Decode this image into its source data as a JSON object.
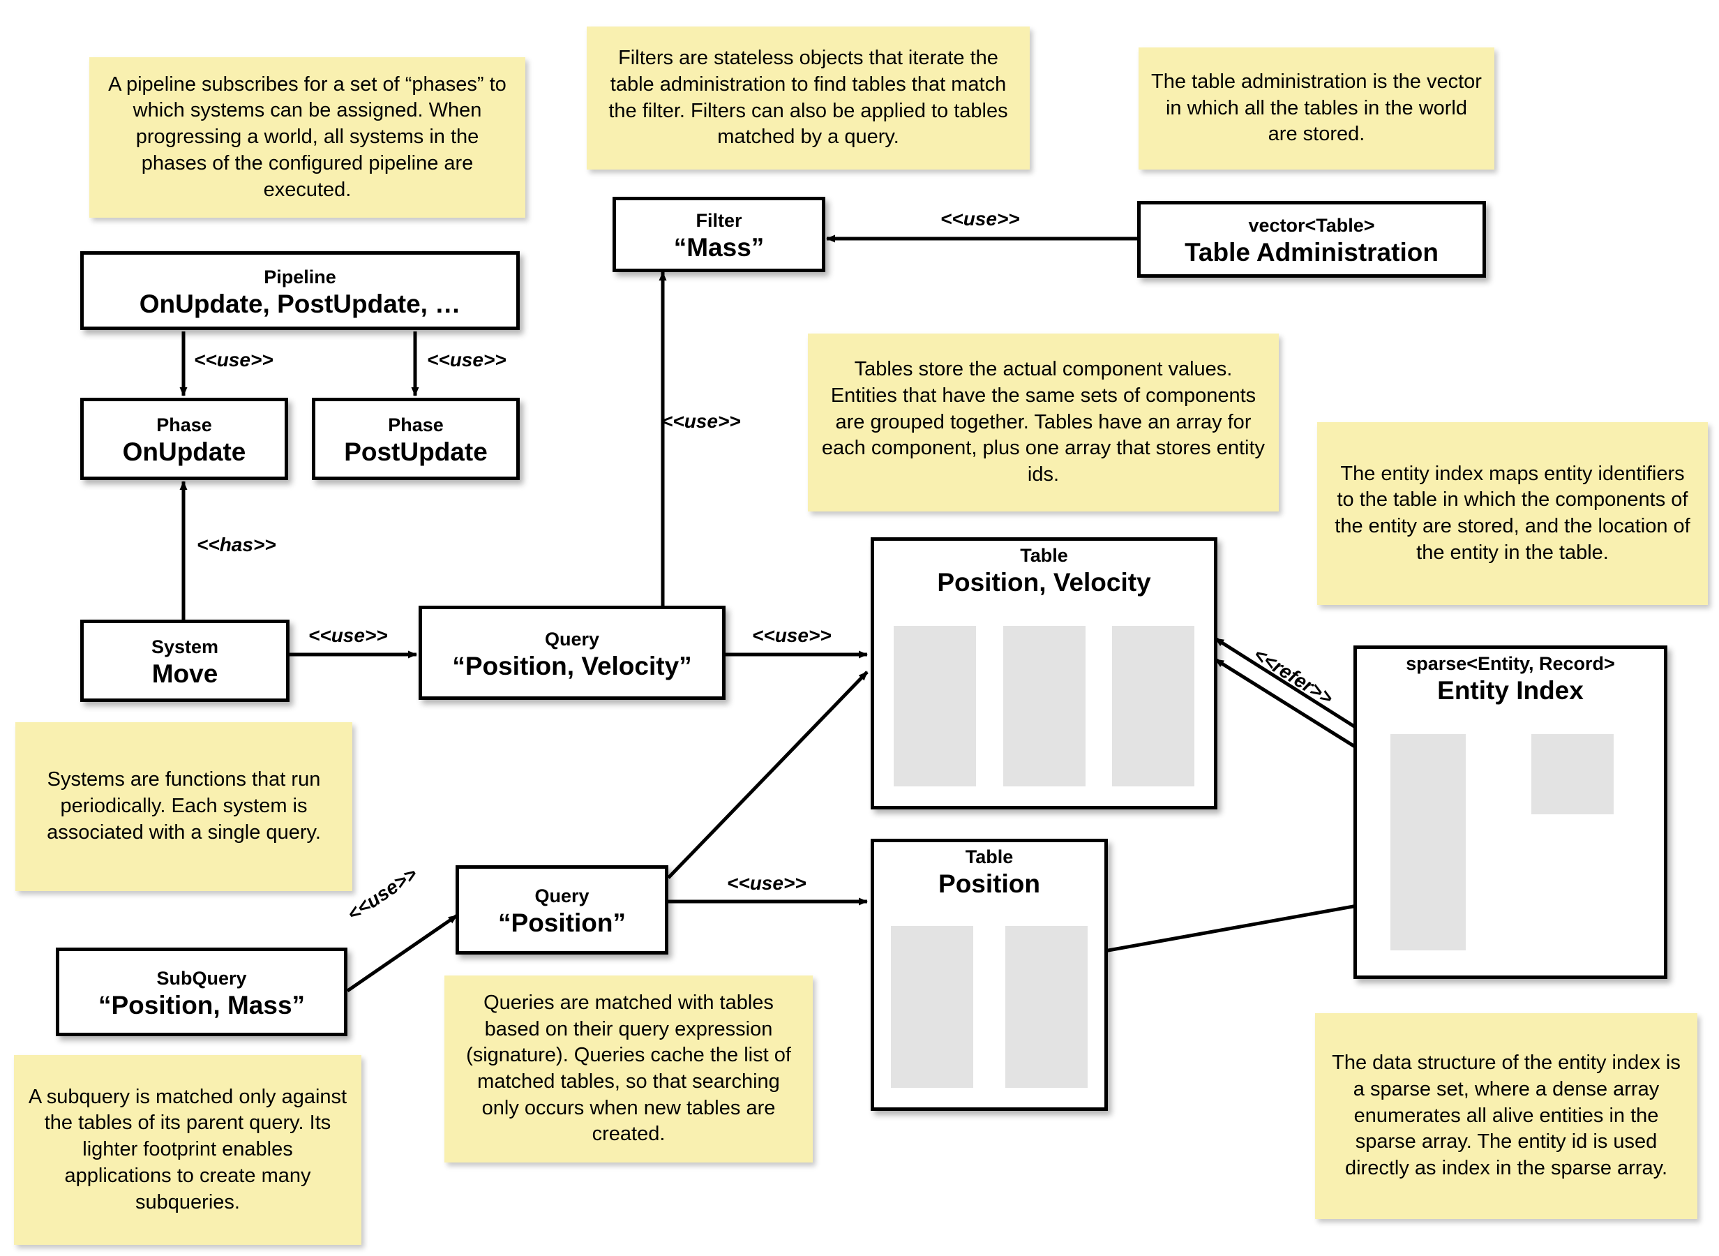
{
  "diagram": {
    "title": "ECS Architecture Diagram",
    "colors": {
      "note_bg": "#f9f0b0",
      "box_border": "#000000",
      "box_bg": "#ffffff",
      "column_fill": "#e3e3e3"
    }
  },
  "notes": [
    {
      "id": "note-pipeline",
      "text": "A pipeline subscribes for a set of “phases” to which systems can be assigned. When progressing a world, all systems in the phases of the configured pipeline are executed."
    },
    {
      "id": "note-filter",
      "text": "Filters are stateless objects that iterate the table administration to find tables that match the filter. Filters can also be applied to tables matched by a query."
    },
    {
      "id": "note-table-admin",
      "text": "The table administration is the vector in which all the tables in the world are stored."
    },
    {
      "id": "note-tables",
      "text": "Tables store the actual component values. Entities that have the same sets of components are grouped together. Tables have an array for each component, plus one array that stores entity ids."
    },
    {
      "id": "note-entity-index",
      "text": "The entity index maps entity identifiers to the table in which the components of the entity are stored, and the location of the entity in the table."
    },
    {
      "id": "note-systems",
      "text": "Systems are functions that run periodically. Each system is associated with a single query."
    },
    {
      "id": "note-queries",
      "text": "Queries are matched with tables based on their query expression (signature). Queries cache the list of matched tables, so that searching only occurs when new tables are created."
    },
    {
      "id": "note-subquery",
      "text": "A subquery is matched only against the tables of its parent query. Its lighter footprint enables applications to create many subqueries."
    },
    {
      "id": "note-sparse-set",
      "text": "The data structure of the entity index is a sparse set, where a dense array enumerates all alive entities in the sparse array. The entity id is used directly as index in the sparse array."
    }
  ],
  "boxes": [
    {
      "id": "box-pipeline",
      "stereotype": "Pipeline",
      "name": "OnUpdate, PostUpdate, …"
    },
    {
      "id": "box-phase-onupdate",
      "stereotype": "Phase",
      "name": "OnUpdate"
    },
    {
      "id": "box-phase-postupdate",
      "stereotype": "Phase",
      "name": "PostUpdate"
    },
    {
      "id": "box-system-move",
      "stereotype": "System",
      "name": "Move"
    },
    {
      "id": "box-query-pv",
      "stereotype": "Query",
      "name": "“Position, Velocity”"
    },
    {
      "id": "box-query-p",
      "stereotype": "Query",
      "name": "“Position”"
    },
    {
      "id": "box-subquery-pm",
      "stereotype": "SubQuery",
      "name": "“Position, Mass”"
    },
    {
      "id": "box-filter-mass",
      "stereotype": "Filter",
      "name": "“Mass”"
    },
    {
      "id": "box-table-admin",
      "stereotype": "vector<Table>",
      "name": "Table Administration"
    },
    {
      "id": "box-table-pv",
      "stereotype": "Table",
      "name": "Position, Velocity"
    },
    {
      "id": "box-table-p",
      "stereotype": "Table",
      "name": "Position"
    },
    {
      "id": "box-entity-index",
      "stereotype": "sparse<Entity, Record>",
      "name": "Entity Index"
    }
  ],
  "edge_labels": {
    "use": "<<use>>",
    "has": "<<has>>",
    "refer": "<<refer>>"
  },
  "edges": [
    {
      "id": "edge-pipeline-onupdate",
      "from": "box-pipeline",
      "to": "box-phase-onupdate",
      "label": "<<use>>"
    },
    {
      "id": "edge-pipeline-postupdate",
      "from": "box-pipeline",
      "to": "box-phase-postupdate",
      "label": "<<use>>"
    },
    {
      "id": "edge-system-phase",
      "from": "box-system-move",
      "to": "box-phase-onupdate",
      "label": "<<has>>"
    },
    {
      "id": "edge-system-query",
      "from": "box-system-move",
      "to": "box-query-pv",
      "label": "<<use>>"
    },
    {
      "id": "edge-query-filter",
      "from": "box-query-pv",
      "to": "box-filter-mass",
      "label": "<<use>>"
    },
    {
      "id": "edge-query-table-pv",
      "from": "box-query-pv",
      "to": "box-table-pv",
      "label": "<<use>>"
    },
    {
      "id": "edge-tableadmin-filter",
      "from": "box-table-admin",
      "to": "box-filter-mass",
      "label": "<<use>>"
    },
    {
      "id": "edge-subquery-query-p",
      "from": "box-subquery-pm",
      "to": "box-query-p",
      "label": "<<use>>"
    },
    {
      "id": "edge-query-p-table-p",
      "from": "box-query-p",
      "to": "box-table-p",
      "label": "<<use>>"
    },
    {
      "id": "edge-query-p-table-pv",
      "from": "box-query-p",
      "to": "box-table-pv",
      "label": ""
    },
    {
      "id": "edge-entityindex-table-pv",
      "from": "box-entity-index",
      "to": "box-table-pv",
      "label": "<<refer>>"
    },
    {
      "id": "edge-entityindex-table-p",
      "from": "box-entity-index",
      "to": "box-table-p",
      "label": ""
    }
  ]
}
